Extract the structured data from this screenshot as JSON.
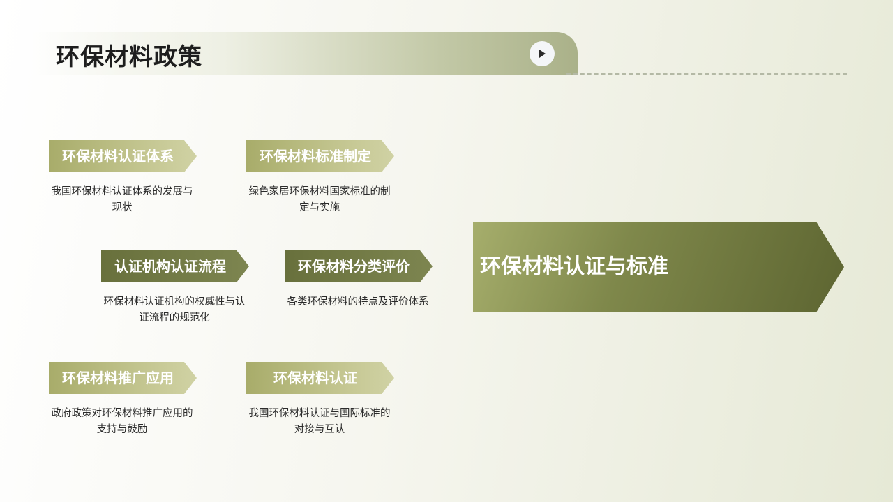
{
  "header": {
    "title": "环保材料政策",
    "play_icon": "play-icon"
  },
  "items": [
    {
      "tag": "环保材料认证体系",
      "desc": "我国环保材料认证体系的发展与现状"
    },
    {
      "tag": "环保材料标准制定",
      "desc": "绿色家居环保材料国家标准的制定与实施"
    },
    {
      "tag": "认证机构认证流程",
      "desc": "环保材料认证机构的权威性与认证流程的规范化"
    },
    {
      "tag": "环保材料分类评价",
      "desc": "各类环保材料的特点及评价体系"
    },
    {
      "tag": "环保材料推广应用",
      "desc": "政府政策对环保材料推广应用的支持与鼓励"
    },
    {
      "tag": "环保材料认证",
      "desc": "我国环保材料认证与国际标准的对接与互认"
    }
  ],
  "highlight": {
    "label": "环保材料认证与标准"
  },
  "colors": {
    "accent_light": "#c6c894",
    "accent_dark": "#5d6531",
    "text": "#1e1e1e"
  }
}
